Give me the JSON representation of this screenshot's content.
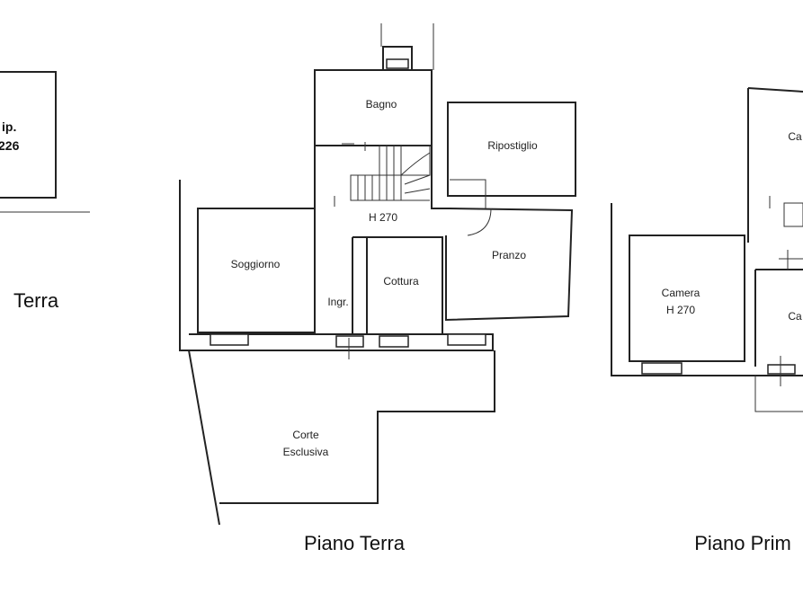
{
  "left_fragment": {
    "label_line1": "ip.",
    "label_line2": "226",
    "title": "Terra"
  },
  "ground_floor": {
    "title": "Piano Terra",
    "rooms": {
      "bagno": "Bagno",
      "ripostiglio": "Ripostiglio",
      "height": "H 270",
      "soggiorno": "Soggiorno",
      "pranzo": "Pranzo",
      "cottura": "Cottura",
      "ingresso": "Ingr.",
      "corte_line1": "Corte",
      "corte_line2": "Esclusiva"
    }
  },
  "first_floor": {
    "title": "Piano Prim",
    "rooms": {
      "camera_top": "Ca",
      "camera": "Camera",
      "camera_height": "H 270",
      "camera_right": "Ca"
    }
  }
}
